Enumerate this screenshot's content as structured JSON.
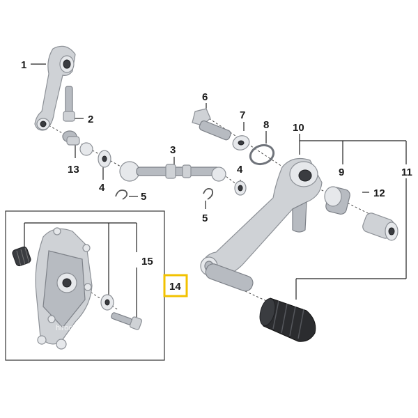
{
  "callouts": {
    "c1": "1",
    "c2": "2",
    "c3": "3",
    "c4a": "4",
    "c4b": "4",
    "c5a": "5",
    "c5b": "5",
    "c6": "6",
    "c7": "7",
    "c8": "8",
    "c9": "9",
    "c10": "10",
    "c11": "11",
    "c12": "12",
    "c13": "13",
    "c14": "14",
    "c15": "15"
  },
  "highlight_color": "#f2c200",
  "watermark": "hirochi"
}
